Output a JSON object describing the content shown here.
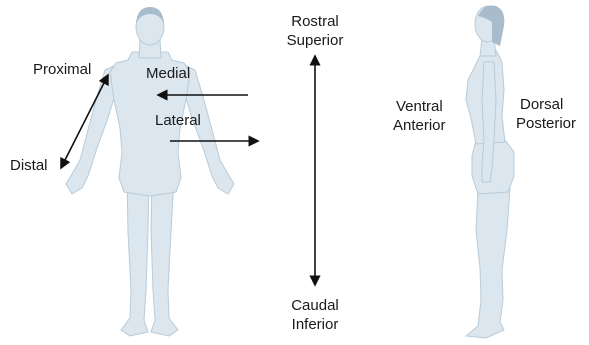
{
  "labels": {
    "proximal": "Proximal",
    "distal": "Distal",
    "medial": "Medial",
    "lateral": "Lateral",
    "rostral": "Rostral",
    "superior": "Superior",
    "caudal": "Caudal",
    "inferior": "Inferior",
    "ventral": "Ventral",
    "anterior": "Anterior",
    "dorsal": "Dorsal",
    "posterior": "Posterior"
  },
  "colors": {
    "body_fill": "#dbe6ee",
    "body_stroke": "#b9cbd9",
    "hair": "#a9bccc",
    "arrow": "#111111"
  }
}
